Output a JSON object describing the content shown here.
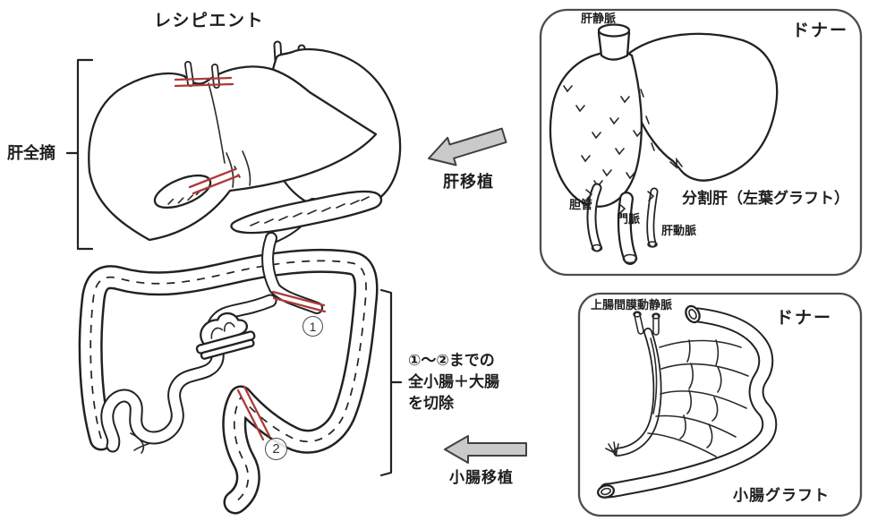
{
  "diagram": {
    "recipient": {
      "title": "レシピエント",
      "hepatectomy_label": "肝全摘",
      "excision_note_line1": "①～②までの",
      "excision_note_line2": "全小腸＋大腸",
      "excision_note_line3": "を切除",
      "cut_marker_1": "1",
      "cut_marker_2": "2"
    },
    "arrows": {
      "liver_transplant_label": "肝移植",
      "intestine_transplant_label": "小腸移植"
    },
    "donor_liver_panel": {
      "title": "ドナー",
      "hepatic_vein_label": "肝静脈",
      "bile_duct_label": "胆管",
      "portal_vein_label": "門脈",
      "hepatic_artery_label": "肝動脈",
      "graft_label": "分割肝（左葉グラフト）"
    },
    "donor_intestine_panel": {
      "title": "ドナー",
      "mesenteric_vessels_label": "上腸間膜動静脈",
      "graft_label": "小腸グラフト"
    },
    "colors": {
      "ink": "#222222",
      "cut_line_red": "#ad3a3a",
      "arrow_fill": "#cacaca",
      "arrow_outline": "#404040",
      "background": "#ffffff"
    }
  }
}
